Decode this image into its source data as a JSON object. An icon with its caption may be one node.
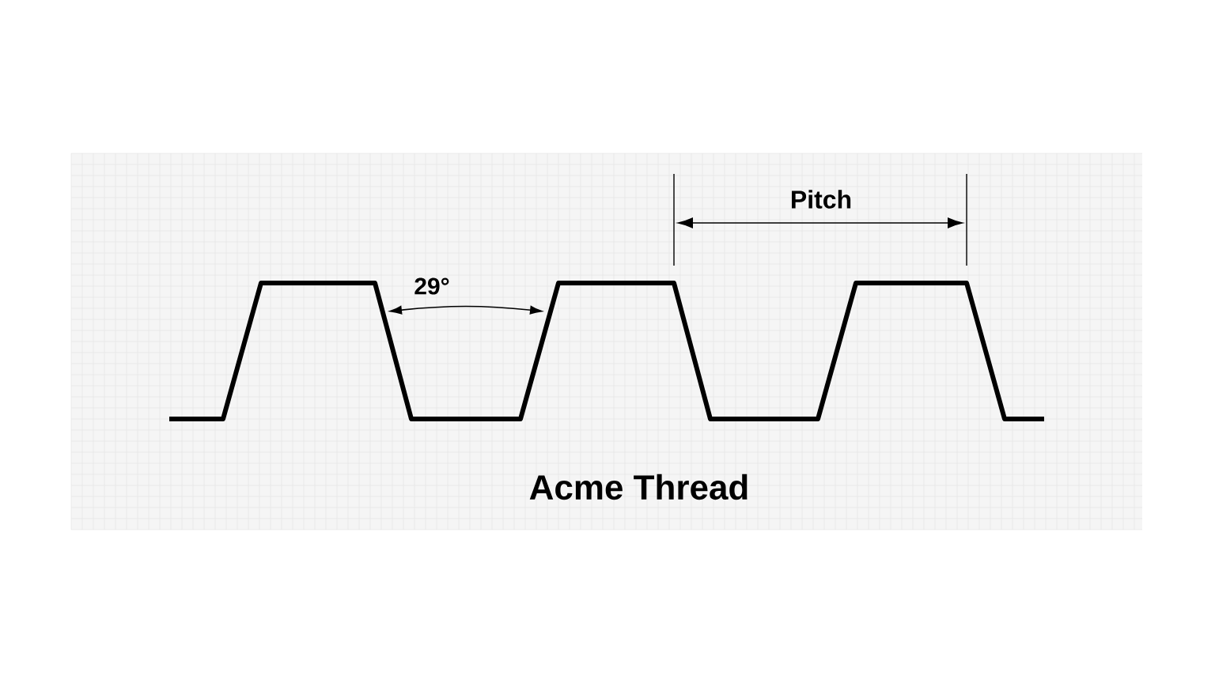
{
  "diagram": {
    "title": "Acme Thread",
    "labels": [
      "29°",
      "Pitch"
    ]
  }
}
